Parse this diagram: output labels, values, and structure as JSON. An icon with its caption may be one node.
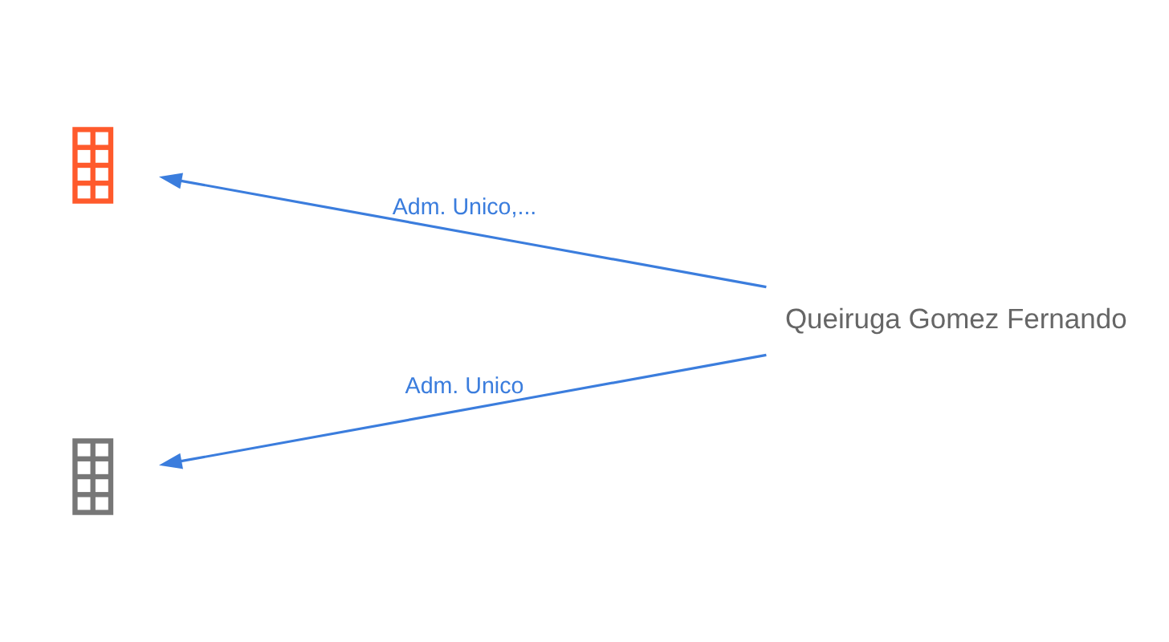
{
  "diagram": {
    "nodes": [
      {
        "text": [],
        "shape": "building"
      },
      {
        "text": [
          "Queiruga Gomez Fernando"
        ]
      },
      {
        "text": [],
        "shape": "building"
      }
    ],
    "edges": [
      {
        "from": 1,
        "to": 0,
        "arrow": "to",
        "label": "Adm. Unico,..."
      },
      {
        "from": 1,
        "to": 2,
        "arrow": "to",
        "label": "Adm. Unico"
      }
    ]
  }
}
